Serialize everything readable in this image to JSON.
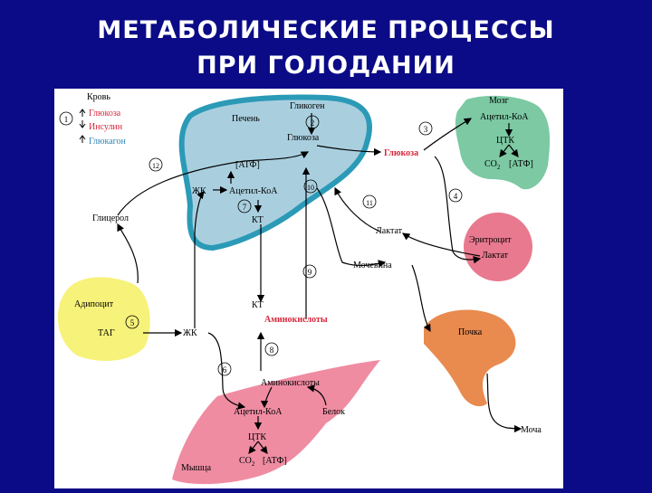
{
  "title": {
    "line1": "МЕТАБОЛИЧЕСКИЕ ПРОЦЕССЫ",
    "line2": "ПРИ ГОЛОДАНИИ"
  },
  "legend": {
    "header": "Кровь",
    "glucose": "Глюкоза",
    "insulin": "Инсулин",
    "glucagon": "Глюкагон"
  },
  "organs": {
    "liver": "Печень",
    "brain": "Мозг",
    "erythrocyte": "Эритроцит",
    "adipocyte": "Адипоцит",
    "kidney": "Почка",
    "muscle": "Мышца"
  },
  "labels": {
    "glycogen": "Гликоген",
    "glucose_liver": "Глюкоза",
    "atp": "[АТФ]",
    "fa": "ЖК",
    "acetyl_coa": "Ацетил-КоА",
    "kt": "КТ",
    "glycerol": "Глицерол",
    "glucose_blood": "Глюкоза",
    "brain_acetyl": "Ацетил-КоА",
    "tca": "ЦТК",
    "co2": "CO",
    "co2_sub": "2",
    "lactate": "Лактат",
    "ery_lactate": "Лактат",
    "urea": "Мочевина",
    "tag": "ТАГ",
    "fa_blood": "ЖК",
    "kt_blood": "КТ",
    "aa_blood": "Аминокислоты",
    "aa_muscle": "Аминокислоты",
    "protein": "Белок",
    "muscle_acetyl": "Ацетил-КоА",
    "urine": "Моча"
  },
  "steps": [
    "1",
    "2",
    "3",
    "4",
    "5",
    "6",
    "7",
    "8",
    "9",
    "10",
    "11",
    "12"
  ],
  "colors": {
    "liver": "#a9cfdf",
    "liver_border": "#2b9ab7",
    "brain": "#7cc9a3",
    "erythrocyte": "#e8798e",
    "adipocyte": "#f7f27a",
    "kidney": "#e98a4f",
    "muscle": "#ef8ca2",
    "red_text": "#d8283c",
    "blue_text": "#2c88b4"
  }
}
